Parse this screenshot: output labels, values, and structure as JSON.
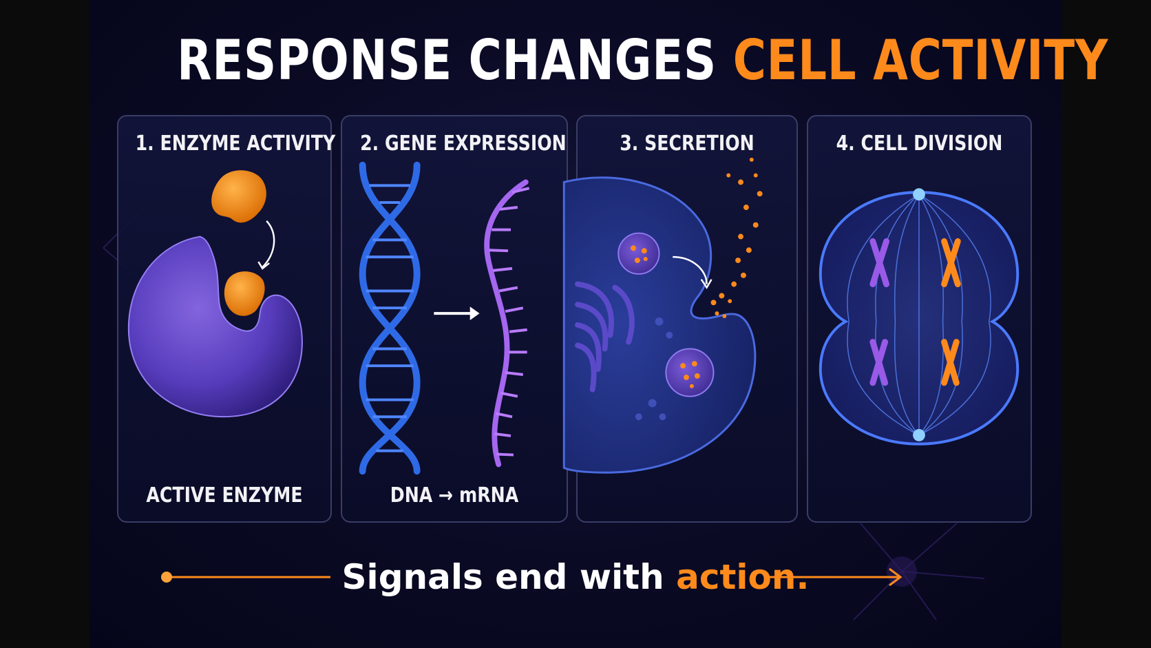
{
  "title": {
    "part1": "RESPONSE CHANGES",
    "part2": "CELL ACTIVITY"
  },
  "panels": [
    {
      "title": "1. ENZYME ACTIVITY",
      "caption": "ACTIVE ENZYME",
      "icon": "enzyme-substrate-icon"
    },
    {
      "title": "2. GENE EXPRESSION",
      "caption": "DNA → mRNA",
      "icon": "dna-mrna-icon"
    },
    {
      "title": "3. SECRETION",
      "caption": "",
      "icon": "secreting-cell-icon"
    },
    {
      "title": "4. CELL DIVISION",
      "caption": "",
      "icon": "dividing-cell-icon"
    }
  ],
  "footer": {
    "text": "Signals end with",
    "highlight": "action."
  },
  "colors": {
    "accent": "#ff8a1c",
    "background": "#0a0a24",
    "panel_border": "#3a3d66"
  }
}
